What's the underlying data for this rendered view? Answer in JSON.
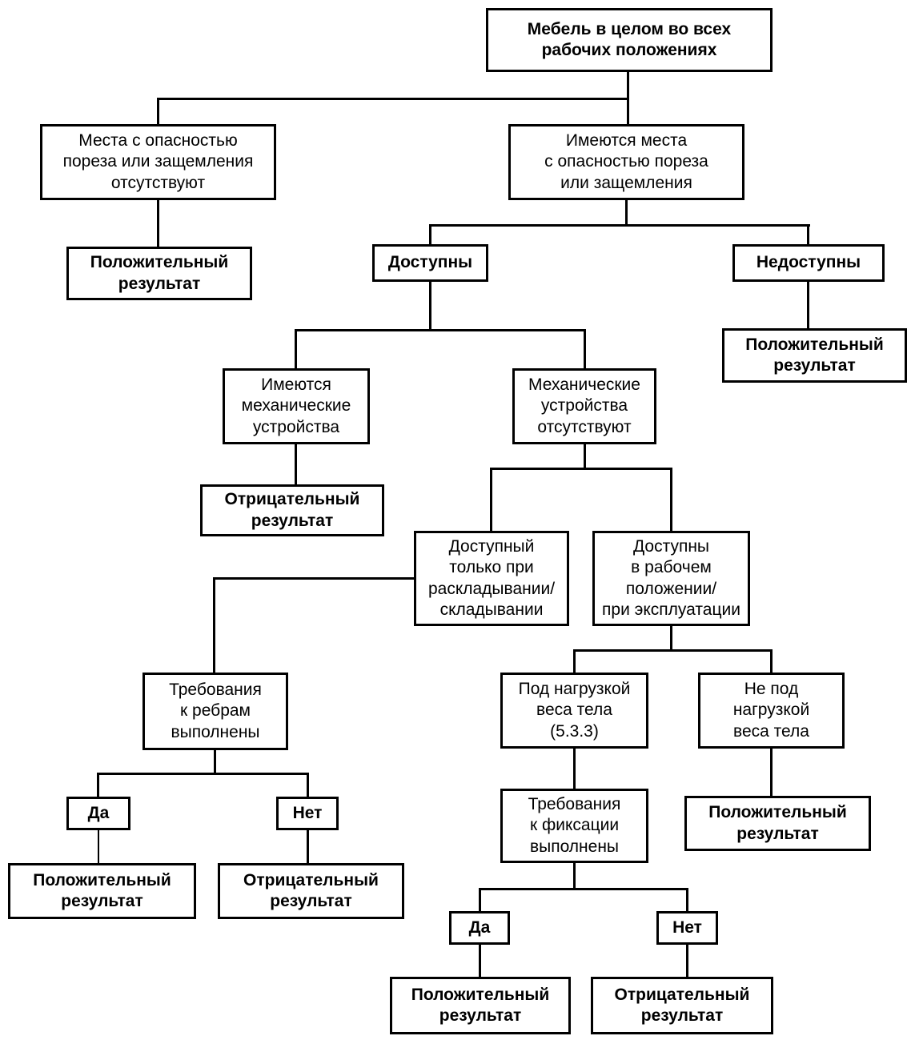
{
  "diagram": {
    "background_color": "#ffffff",
    "line_color": "#000000",
    "nodes": {
      "root": {
        "text": "Мебель в целом во всех\nрабочих положениях",
        "emphasis": "bold"
      },
      "no_danger_places": {
        "text": "Места с опасностью\nпореза или защемления\nотсутствуют",
        "emphasis": "regular"
      },
      "has_danger_places": {
        "text": "Имеются места\nс опасностью пореза\nили защемления",
        "emphasis": "regular"
      },
      "positive_result_1": {
        "text": "Положительный\nрезультат",
        "emphasis": "bold"
      },
      "accessible": {
        "text": "Доступны",
        "emphasis": "bold"
      },
      "inaccessible": {
        "text": "Недоступны",
        "emphasis": "bold"
      },
      "positive_result_2": {
        "text": "Положительный\nрезультат",
        "emphasis": "bold"
      },
      "mech_devices_present": {
        "text": "Имеются\nмеханические\nустройства",
        "emphasis": "regular"
      },
      "mech_devices_absent": {
        "text": "Механические\nустройства\nотсутствуют",
        "emphasis": "regular"
      },
      "negative_result_1": {
        "text": "Отрицательный\nрезультат",
        "emphasis": "bold"
      },
      "accessible_only_when_folding": {
        "text": "Доступный\nтолько при\nраскладывании/\nскладывании",
        "emphasis": "regular"
      },
      "accessible_in_working_position": {
        "text": "Доступны\nв рабочем\nположении/\nпри эксплуатации",
        "emphasis": "regular"
      },
      "edge_requirements_met": {
        "text": "Требования\nк ребрам\nвыполнены",
        "emphasis": "regular"
      },
      "under_body_weight_load": {
        "text": "Под нагрузкой\nвеса тела\n(5.3.3)",
        "emphasis": "regular"
      },
      "not_under_body_weight_load": {
        "text": "Не под\nнагрузкой\nвеса тела",
        "emphasis": "regular"
      },
      "yes_1": {
        "text": "Да",
        "emphasis": "bold"
      },
      "no_1": {
        "text": "Нет",
        "emphasis": "bold"
      },
      "positive_result_3": {
        "text": "Положительный\nрезультат",
        "emphasis": "bold"
      },
      "negative_result_2": {
        "text": "Отрицательный\nрезультат",
        "emphasis": "bold"
      },
      "fixation_requirements_met": {
        "text": "Требования\nк фиксации\nвыполнены",
        "emphasis": "regular"
      },
      "positive_result_4": {
        "text": "Положительный\nрезультат",
        "emphasis": "bold"
      },
      "yes_2": {
        "text": "Да",
        "emphasis": "bold"
      },
      "no_2": {
        "text": "Нет",
        "emphasis": "bold"
      },
      "positive_result_5": {
        "text": "Положительный\nрезультат",
        "emphasis": "bold"
      },
      "negative_result_3": {
        "text": "Отрицательный\nрезультат",
        "emphasis": "bold"
      }
    }
  }
}
